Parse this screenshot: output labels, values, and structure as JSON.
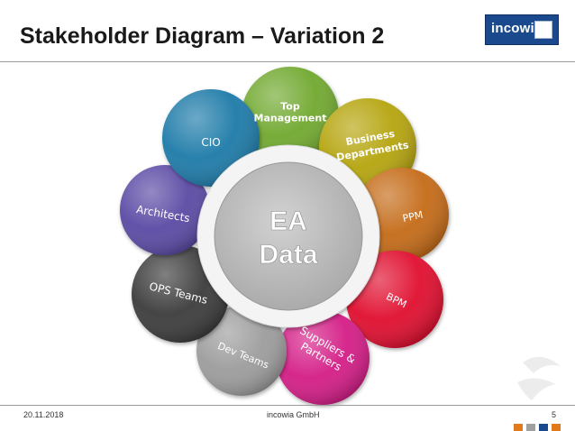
{
  "title": "Stakeholder Diagram – Variation 2",
  "logo": {
    "text": "incowia"
  },
  "center": {
    "line1": "EA",
    "line2": "Data"
  },
  "stakeholders": [
    {
      "label": "Top\nManagement",
      "color": "#6fa82f"
    },
    {
      "label": "Business\nDepartments",
      "color": "#b5a40a"
    },
    {
      "label": "PPM",
      "color": "#c46a12"
    },
    {
      "label": "BPM",
      "color": "#e0072d"
    },
    {
      "label": "Suppliers &\nPartners",
      "color": "#d41a86"
    },
    {
      "label": "Dev Teams",
      "color": "#9c9c9c"
    },
    {
      "label": "OPS Teams",
      "color": "#3a3a3a"
    },
    {
      "label": "Architects",
      "color": "#5a4aa4"
    },
    {
      "label": "CIO",
      "color": "#1a7aa8"
    }
  ],
  "footer": {
    "date": "20.11.2018",
    "company": "incowia GmbH",
    "page": "5"
  },
  "accent_colors": {
    "incowia_blue": "#1a4a8d",
    "stripe_orange": "#e07a1a",
    "stripe_gray": "#a0a0a0"
  }
}
